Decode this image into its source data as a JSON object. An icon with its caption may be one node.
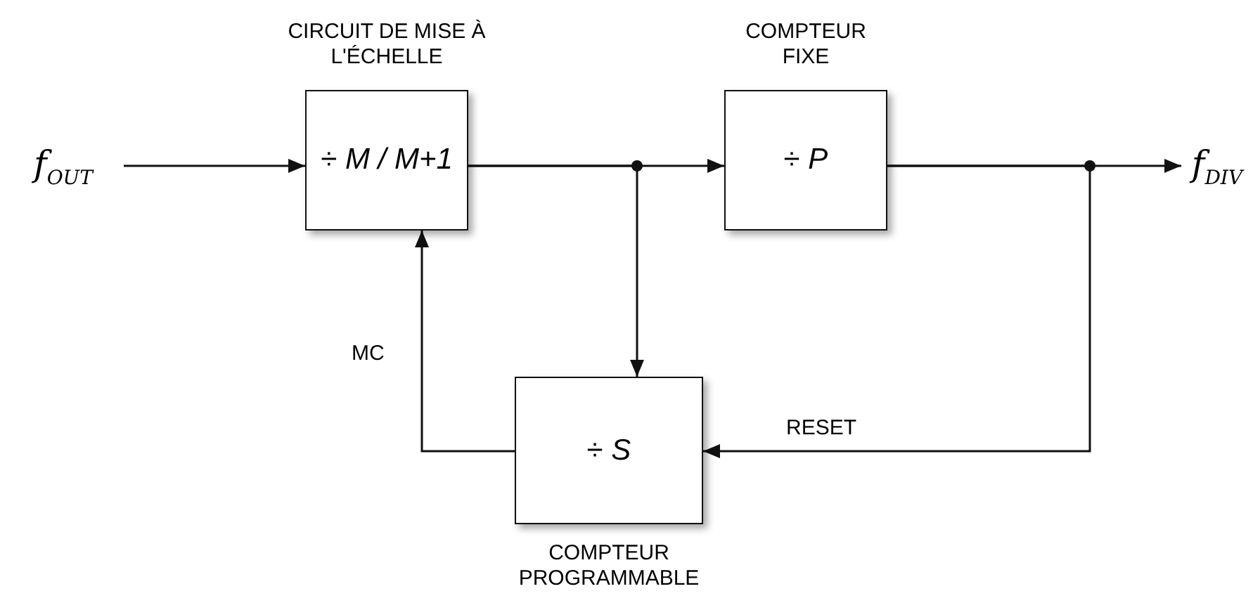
{
  "diagram": {
    "nodes": [
      {
        "text": [
          "f$_{OUT}$"
        ]
      },
      {
        "text": [
          "÷ *M / M+1*"
        ],
        "beside": [
          "CIRCUIT DE MISE À L'ÉCHELLE"
        ]
      },
      {
        "text": [
          "÷ *P*"
        ],
        "beside": [
          "COMPTEUR FIXE"
        ]
      },
      {
        "text": [
          "f$_{DIV}$"
        ]
      },
      {
        "text": [
          "÷ *S*"
        ],
        "beside": [
          "COMPTEUR PROGRAMMABLE"
        ]
      }
    ],
    "edges": [
      {
        "from": 0,
        "to": 1,
        "arrow": "to"
      },
      {
        "from": 1,
        "to": 2,
        "arrow": "to"
      },
      {
        "from": 1,
        "to": 4,
        "arrow": "to"
      },
      {
        "from": 2,
        "to": 3,
        "arrow": "to"
      },
      {
        "from": 2,
        "to": 4,
        "label": "RESET",
        "arrow": "to"
      },
      {
        "from": 4,
        "to": 1,
        "label": "MC",
        "arrow": "to"
      }
    ]
  }
}
